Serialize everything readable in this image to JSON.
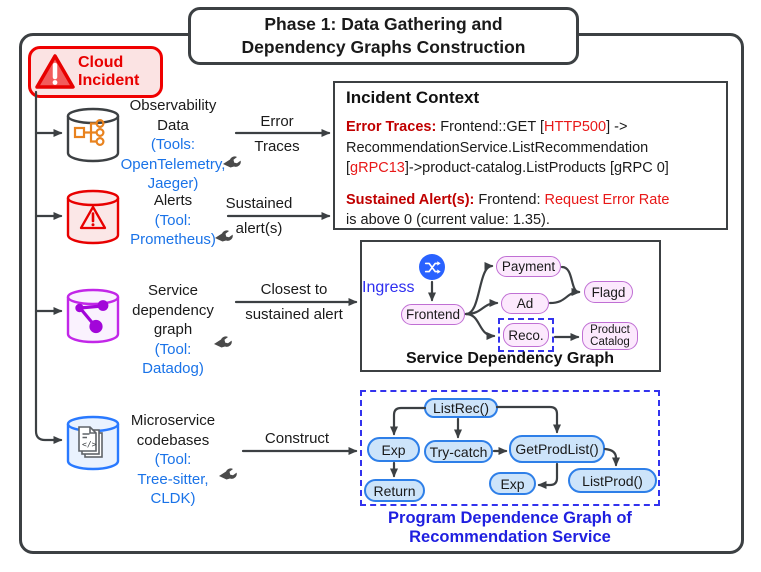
{
  "title": "Phase 1: Data Gathering and\nDependency Graphs Construction",
  "cloud_incident": {
    "label": "Cloud\nIncident"
  },
  "sources": [
    {
      "label": "Observability\nData",
      "tools": "(Tools:\nOpenTelemetry,\nJaeger)"
    },
    {
      "label": "Alerts",
      "tools": "(Tool:\nPrometheus)"
    },
    {
      "label": "Service\ndependency\ngraph",
      "tools": "(Tool:\nDatadog)"
    },
    {
      "label": "Microservice\ncodebases",
      "tools": "(Tool:\nTree-sitter,\nCLDK)"
    }
  ],
  "arrows": [
    {
      "top": "Error",
      "bottom": "Traces"
    },
    {
      "top": "Sustained",
      "bottom": "alert(s)"
    },
    {
      "top": "Closest to",
      "bottom": "sustained alert"
    },
    {
      "top": "Construct",
      "bottom": ""
    }
  ],
  "incident_context": {
    "title": "Incident Context",
    "error_traces": [
      {
        "t": "Error Traces:",
        "c": "darkred",
        "b": true
      },
      {
        "t": " Frontend::GET [",
        "c": "black"
      },
      {
        "t": "HTTP500",
        "c": "red"
      },
      {
        "t": "] ->\nRecommendationService.ListRecommendation\n[",
        "c": "black"
      },
      {
        "t": "gRPC13",
        "c": "red"
      },
      {
        "t": "]->product-catalog.ListProducts [gRPC 0]",
        "c": "black"
      }
    ],
    "sustained_alert": [
      {
        "t": "Sustained Alert(s):",
        "c": "darkred",
        "b": true
      },
      {
        "t": " Frontend: ",
        "c": "black"
      },
      {
        "t": "Request Error Rate",
        "c": "red"
      },
      {
        "t": "\nis above 0 (current value: 1.35).",
        "c": "black"
      }
    ]
  },
  "sdg": {
    "ingress_label": "Ingress",
    "caption": "Service Dependency Graph",
    "nodes": {
      "frontend": "Frontend",
      "payment": "Payment",
      "ad": "Ad",
      "reco": "Reco.",
      "flagd": "Flagd",
      "product_catalog": "Product\nCatalog"
    }
  },
  "pdg": {
    "caption": "Program Dependence Graph of\nRecommendation Service",
    "nodes": {
      "listrec": "ListRec()",
      "exp1": "Exp",
      "trycatch": "Try-catch",
      "getprodlist": "GetProdList()",
      "return_": "Return",
      "exp2": "Exp",
      "listprod": "ListProd()"
    }
  },
  "colors": {
    "frame": "#3C4043",
    "incident_red": "#E80000",
    "header_darkred": "#C00000",
    "tool_blue": "#1A73E8",
    "graph_blue": "#2222E6",
    "sdg_node_fill": "#FCE9FD",
    "sdg_node_border": "#C06FD4",
    "pdg_node_fill": "#CDE4FA",
    "pdg_node_border": "#2E7FE8",
    "ingress_circle": "#2962FF",
    "observability_orange": "#E8821E",
    "service_graph_purple": "#A206D9",
    "codebase_blue": "#2979FF"
  }
}
